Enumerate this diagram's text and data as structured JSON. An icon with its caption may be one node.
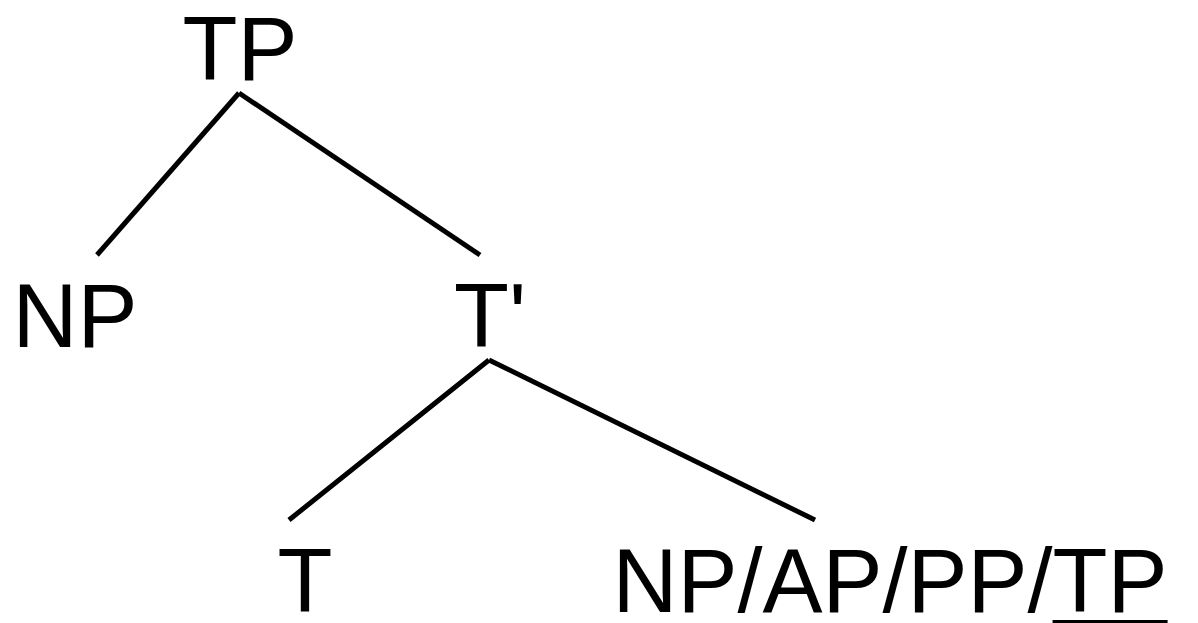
{
  "diagram": {
    "nodes": [
      {
        "text": [
          "TP"
        ]
      },
      {
        "text": [
          "NP"
        ]
      },
      {
        "text": [
          "T'"
        ]
      },
      {
        "text": [
          "T"
        ]
      },
      {
        "text": [
          "NP/AP/PP/TP"
        ]
      }
    ],
    "edges": [
      {
        "from": 0,
        "to": 1,
        "arrow": "none"
      },
      {
        "from": 0,
        "to": 2,
        "arrow": "none"
      },
      {
        "from": 2,
        "to": 3,
        "arrow": "none"
      },
      {
        "from": 2,
        "to": 4,
        "arrow": "none"
      }
    ]
  }
}
